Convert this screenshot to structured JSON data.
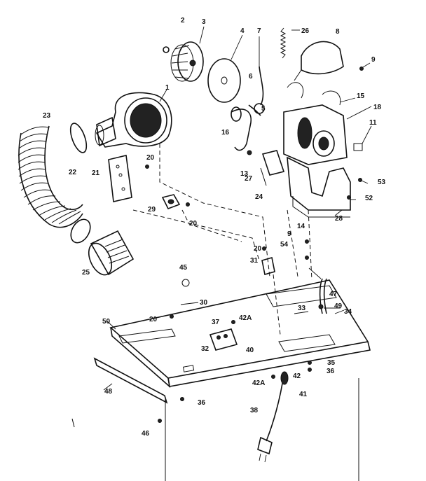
{
  "labels": [
    {
      "id": "p1",
      "text": "1"
    },
    {
      "id": "p2",
      "text": "2"
    },
    {
      "id": "p3",
      "text": "3"
    },
    {
      "id": "p4",
      "text": "4"
    },
    {
      "id": "p5",
      "text": "5"
    },
    {
      "id": "p6",
      "text": "6"
    },
    {
      "id": "p7",
      "text": "7"
    },
    {
      "id": "p8",
      "text": "8"
    },
    {
      "id": "p9a",
      "text": "9"
    },
    {
      "id": "p9b",
      "text": "9"
    },
    {
      "id": "p11",
      "text": "11"
    },
    {
      "id": "p13",
      "text": "13"
    },
    {
      "id": "p14",
      "text": "14"
    },
    {
      "id": "p15",
      "text": "15"
    },
    {
      "id": "p16",
      "text": "16"
    },
    {
      "id": "p18",
      "text": "18"
    },
    {
      "id": "p20a",
      "text": "20"
    },
    {
      "id": "p20b",
      "text": "20"
    },
    {
      "id": "p20c",
      "text": "20"
    },
    {
      "id": "p20d",
      "text": "20"
    },
    {
      "id": "p21",
      "text": "21"
    },
    {
      "id": "p22",
      "text": "22"
    },
    {
      "id": "p23",
      "text": "23"
    },
    {
      "id": "p24",
      "text": "24"
    },
    {
      "id": "p25",
      "text": "25"
    },
    {
      "id": "p26",
      "text": "26"
    },
    {
      "id": "p27",
      "text": "27"
    },
    {
      "id": "p28",
      "text": "28"
    },
    {
      "id": "p29",
      "text": "29"
    },
    {
      "id": "p30",
      "text": "30"
    },
    {
      "id": "p31",
      "text": "31"
    },
    {
      "id": "p32",
      "text": "32"
    },
    {
      "id": "p33",
      "text": "33"
    },
    {
      "id": "p34",
      "text": "34"
    },
    {
      "id": "p35",
      "text": "35"
    },
    {
      "id": "p36a",
      "text": "36"
    },
    {
      "id": "p36b",
      "text": "36"
    },
    {
      "id": "p37",
      "text": "37"
    },
    {
      "id": "p38",
      "text": "38"
    },
    {
      "id": "p40",
      "text": "40"
    },
    {
      "id": "p41",
      "text": "41"
    },
    {
      "id": "p42",
      "text": "42"
    },
    {
      "id": "p42a1",
      "text": "42A"
    },
    {
      "id": "p42a2",
      "text": "42A"
    },
    {
      "id": "p45",
      "text": "45"
    },
    {
      "id": "p46",
      "text": "46"
    },
    {
      "id": "p47",
      "text": "47"
    },
    {
      "id": "p48",
      "text": "48"
    },
    {
      "id": "p49",
      "text": "49"
    },
    {
      "id": "p50",
      "text": "50"
    },
    {
      "id": "p52",
      "text": "52"
    },
    {
      "id": "p53",
      "text": "53"
    },
    {
      "id": "p54",
      "text": "54"
    }
  ]
}
